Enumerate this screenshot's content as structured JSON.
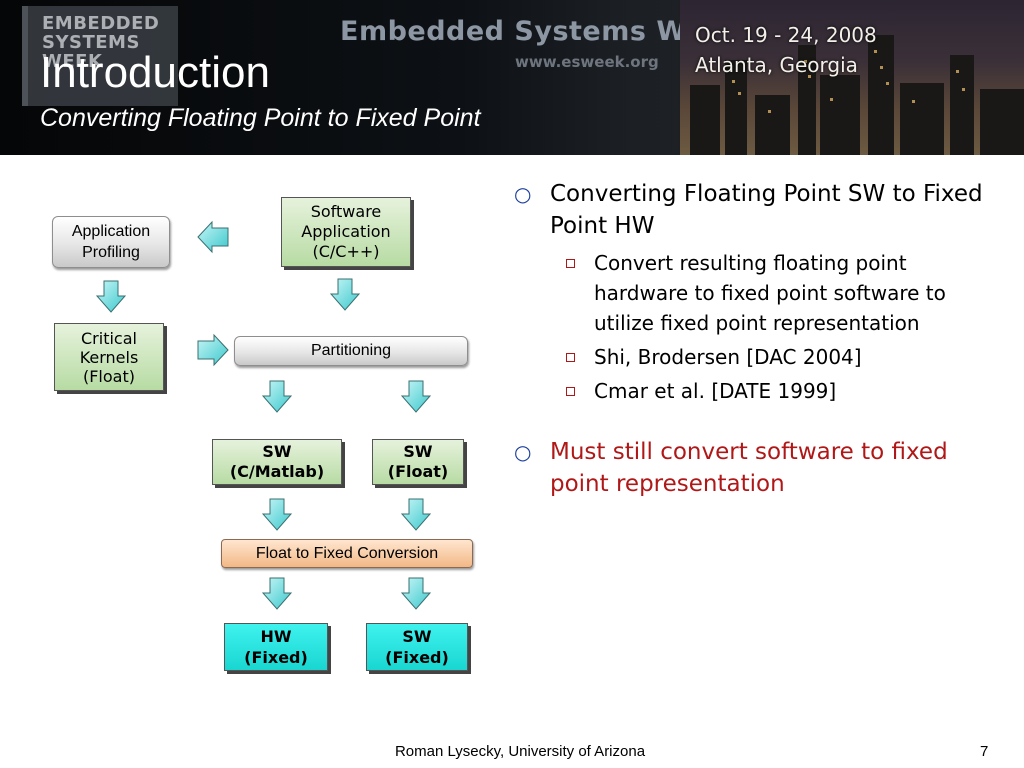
{
  "header": {
    "logo_lines": [
      "EMBEDDED",
      "SYSTEMS",
      "WEEK"
    ],
    "conference": "Embedded Systems Week",
    "url": "www.esweek.org",
    "date": "Oct. 19 - 24, 2008",
    "location": "Atlanta, Georgia",
    "title": "Introduction",
    "subtitle": "Converting Floating Point to Fixed Point"
  },
  "diagram": {
    "nodes": {
      "software_application": "Software\nApplication\n(C/C++)",
      "application_profiling": "Application\nProfiling",
      "critical_kernels": "Critical\nKernels\n(Float)",
      "partitioning": "Partitioning",
      "sw_matlab": "SW\n(C/Matlab)",
      "sw_float": "SW\n(Float)",
      "float_to_fixed": "Float to Fixed Conversion",
      "hw_fixed": "HW\n(Fixed)",
      "sw_fixed": "SW\n(Fixed)"
    },
    "colors": {
      "arrow_fill": "#5fd3d7",
      "note_green": "#b7dba3",
      "note_cyan": "#19d6d1",
      "peach": "#f2b886"
    }
  },
  "bullets": [
    {
      "text": "Converting Floating Point SW to Fixed Point HW",
      "color": "#000000",
      "sub": [
        "Convert resulting floating point hardware to fixed point software to utilize fixed point representation",
        "Shi, Brodersen [DAC 2004]",
        "Cmar et al. [DATE 1999]"
      ]
    },
    {
      "text": "Must still convert software to fixed point representation",
      "color": "#b01818",
      "sub": []
    }
  ],
  "footer": {
    "author": "Roman Lysecky, University of Arizona",
    "page": "7"
  }
}
